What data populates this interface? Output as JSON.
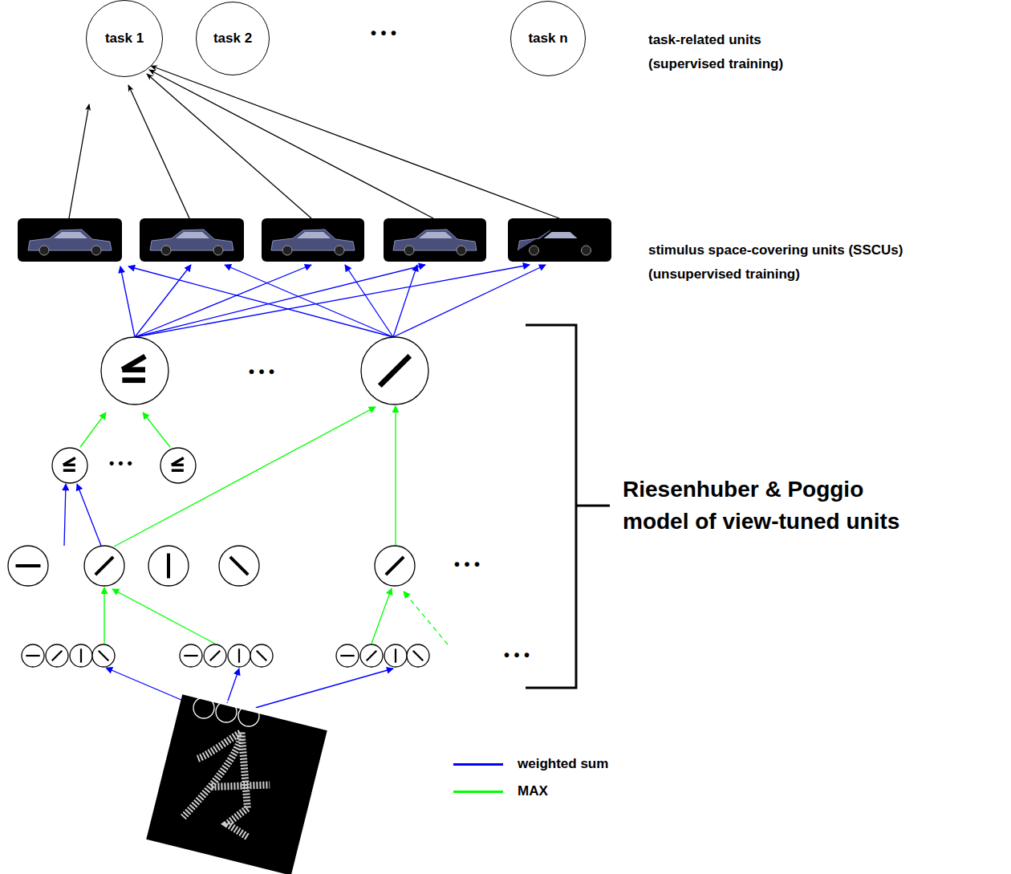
{
  "diagram": {
    "nodes": [
      {
        "text": [
          "task 1"
        ]
      },
      {
        "text": [
          "task 2"
        ]
      },
      {
        "text": [
          "task n"
        ]
      }
    ],
    "edges": [],
    "labels": [
      "• • •",
      "task-related units",
      "(supervised training)",
      "stimulus space-covering units (SSCUs)",
      "(unsupervised training)",
      "• • •",
      "• • •",
      "• • •",
      "• • •",
      "Riesenhuber &  Poggio",
      "model of view-tuned units"
    ],
    "legend": [
      {
        "text": "weighted sum",
        "color": "#0000ff"
      },
      {
        "text": "MAX",
        "color": "#00ff00"
      }
    ]
  }
}
